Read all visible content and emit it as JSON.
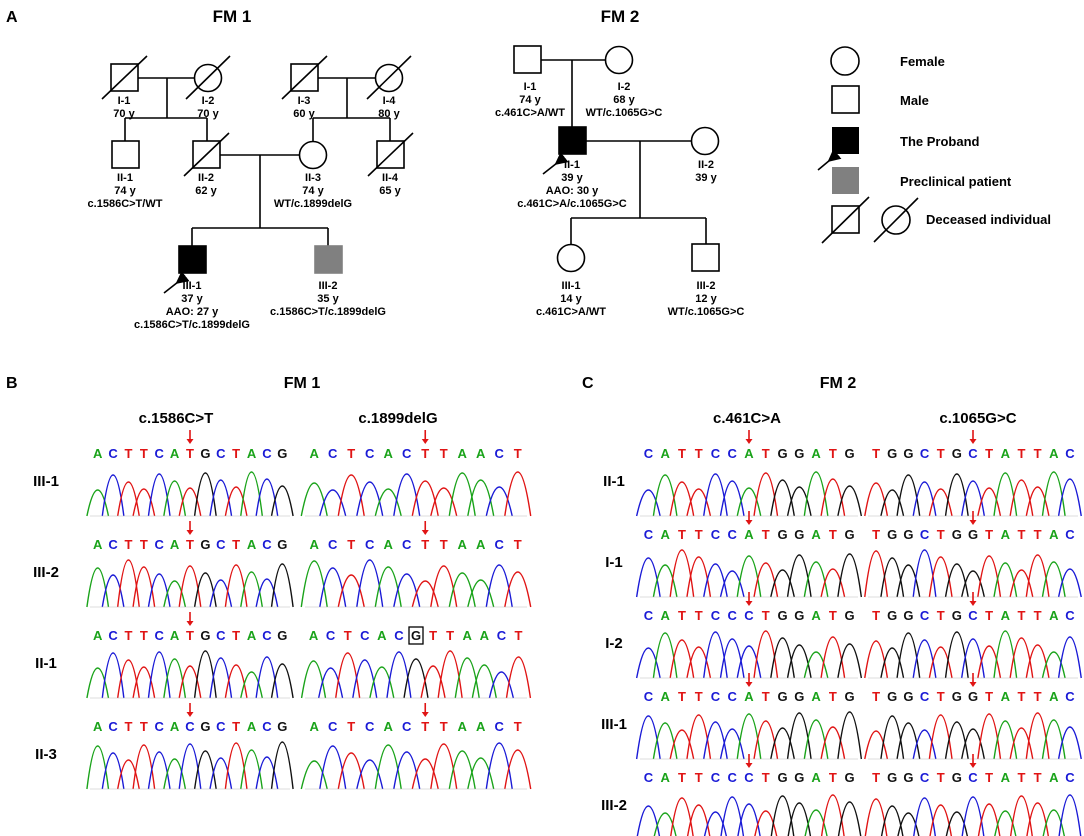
{
  "panel_letters": {
    "A": "A",
    "B": "B",
    "C": "C"
  },
  "family1": {
    "title": "FM 1",
    "members": [
      {
        "id": "I-1",
        "age": "70 y",
        "sex": "male",
        "deceased": true
      },
      {
        "id": "I-2",
        "age": "70 y",
        "sex": "female",
        "deceased": true
      },
      {
        "id": "I-3",
        "age": "60 y",
        "sex": "male",
        "deceased": true
      },
      {
        "id": "I-4",
        "age": "80 y",
        "sex": "female",
        "deceased": true
      },
      {
        "id": "II-1",
        "age": "74 y",
        "genotype": "c.1586C>T/WT",
        "sex": "male"
      },
      {
        "id": "II-2",
        "age": "62 y",
        "sex": "male",
        "deceased": true
      },
      {
        "id": "II-3",
        "age": "74 y",
        "genotype": "WT/c.1899delG",
        "sex": "female"
      },
      {
        "id": "II-4",
        "age": "65 y",
        "sex": "male",
        "deceased": true
      },
      {
        "id": "III-1",
        "age": "37 y",
        "aao": "AAO: 27 y",
        "genotype": "c.1586C>T/c.1899delG",
        "sex": "male",
        "status": "proband"
      },
      {
        "id": "III-2",
        "age": "35 y",
        "genotype": "c.1586C>T/c.1899delG",
        "sex": "male",
        "status": "preclinical"
      }
    ]
  },
  "family2": {
    "title": "FM 2",
    "members": [
      {
        "id": "I-1",
        "age": "74 y",
        "genotype": "c.461C>A/WT",
        "sex": "male"
      },
      {
        "id": "I-2",
        "age": "68 y",
        "genotype": "WT/c.1065G>C",
        "sex": "female"
      },
      {
        "id": "II-1",
        "age": "39 y",
        "aao": "AAO: 30 y",
        "genotype": "c.461C>A/c.1065G>C",
        "sex": "male",
        "status": "proband"
      },
      {
        "id": "II-2",
        "age": "39 y",
        "sex": "female"
      },
      {
        "id": "III-1",
        "age": "14 y",
        "genotype": "c.461C>A/WT",
        "sex": "female"
      },
      {
        "id": "III-2",
        "age": "12 y",
        "genotype": "WT/c.1065G>C",
        "sex": "male"
      }
    ]
  },
  "legend": {
    "female": "Female",
    "male": "Male",
    "proband": "The Proband",
    "preclinical": "Preclinical patient",
    "deceased": "Deceased individual"
  },
  "colors": {
    "A": "#1aa31a",
    "C": "#1a1ad6",
    "G": "#111111",
    "T": "#e01414",
    "arrow": "#e01414",
    "preclinical": "#808080"
  },
  "panelB": {
    "title": "FM 1",
    "columns": [
      "c.1586C>T",
      "c.1899delG"
    ],
    "rows": [
      {
        "label": "III-1",
        "seqs": [
          "ACTTCATGCTACG",
          "ACTCACTTAACT"
        ]
      },
      {
        "label": "III-2",
        "seqs": [
          "ACTTCATGCTACG",
          "ACTCACTTAACT"
        ]
      },
      {
        "label": "II-1",
        "seqs": [
          "ACTTCATGCTACG",
          "ACTCACGTTAACT"
        ]
      },
      {
        "label": "II-3",
        "seqs": [
          "ACTTCACGCTACG",
          "ACTCACTTAACT"
        ]
      }
    ]
  },
  "panelC": {
    "title": "FM 2",
    "columns": [
      "c.461C>A",
      "c.1065G>C"
    ],
    "rows": [
      {
        "label": "II-1",
        "seqs": [
          "CATTCCATGGATG",
          "TGGCTGCTATTAC"
        ]
      },
      {
        "label": "I-1",
        "seqs": [
          "CATTCCATGGATG",
          "TGGCTGGTATTAC"
        ]
      },
      {
        "label": "I-2",
        "seqs": [
          "CATTCCCTGGATG",
          "TGGCTGCTATTAC"
        ]
      },
      {
        "label": "III-1",
        "seqs": [
          "CATTCCATGGATG",
          "TGGCTGGTATTAC"
        ]
      },
      {
        "label": "III-2",
        "seqs": [
          "CATTCCCTGGATG",
          "TGGCTGCTATTAC"
        ]
      }
    ]
  }
}
